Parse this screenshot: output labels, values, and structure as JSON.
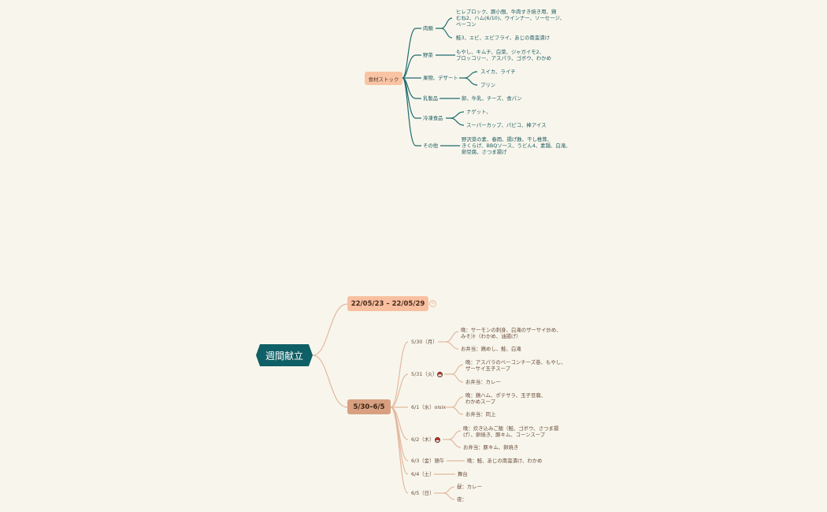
{
  "stock": {
    "title": "食材ストック",
    "categories": [
      {
        "name": "肉類",
        "items": [
          "ヒレブロック、豚小間、牛肉すき焼き用、鶏\nむね2、ハム(6/10)、ウインナー、ソーセージ、\nベーコン",
          "鮭3、エビ、エビフライ、あじの南蛮漬け"
        ]
      },
      {
        "name": "野菜",
        "items": [
          "もやし、キムチ、白菜、ジャガイモ2、\nブロッコリー、アスパラ、ゴボウ、わかめ"
        ]
      },
      {
        "name": "果物、デザート",
        "items": [
          "スイカ、ライチ",
          "プリン"
        ]
      },
      {
        "name": "乳製品",
        "items": [
          "卵、牛乳、チーズ、食パン"
        ]
      },
      {
        "name": "冷凍食品",
        "items": [
          "ナゲット、",
          "スーパーカップ、パピコ、棒アイス"
        ]
      },
      {
        "name": "その他",
        "items": [
          "野沢菜の素、春雨、揚げ麩、干し椎茸、\nきくらげ、BBQソース、うどん4、素麺、白滝、\n卵豆腐、さつま揚げ"
        ]
      }
    ]
  },
  "menu": {
    "title": "週間献立",
    "week1": {
      "label": "22/05/23 – 22/05/29",
      "collapsed_mark": "⊖"
    },
    "week2": {
      "label": "5/30–6/5",
      "days": [
        {
          "day": "5/30（月）",
          "items": [
            "晩：サーモンの刺身、白滝のザーサイ炒め、\nみそ汁（わかめ、油揚げ）",
            "お弁当：鶏めし、鮭、白滝"
          ]
        },
        {
          "day": "5/31（火）",
          "bento_icon": true,
          "items": [
            "晩：アスパラのベーコンチーズ巻、もやし、\nザーサイ玉子スープ",
            "お弁当：カレー"
          ]
        },
        {
          "day": "6/1（水）oisix",
          "items": [
            "晩：鶏ハム、ポテサラ、玉子豆腐、\nわかめスープ",
            "お弁当：同上"
          ]
        },
        {
          "day": "6/2（木）",
          "bento_icon": true,
          "items": [
            "晩：炊き込みご飯（鮭、ゴボウ、さつま揚\nげ）、卵焼き、豚キム、コーンスープ",
            "お弁当：豚キム、卵焼き"
          ]
        },
        {
          "day": "6/3（金）随午",
          "items": [
            "晩：鮭、あじの南蛮漬け、わかめ"
          ]
        },
        {
          "day": "6/4（土）",
          "items": [
            "舞台"
          ]
        },
        {
          "day": "6/5（日）",
          "items": [
            "昼：カレー",
            "夜："
          ]
        }
      ]
    }
  },
  "colors": {
    "background": "#f8f6ec",
    "teal": "#0f5f66",
    "peach": "#f8c0a0",
    "tan": "#d8a080",
    "brown_line": "#e0b49c"
  }
}
